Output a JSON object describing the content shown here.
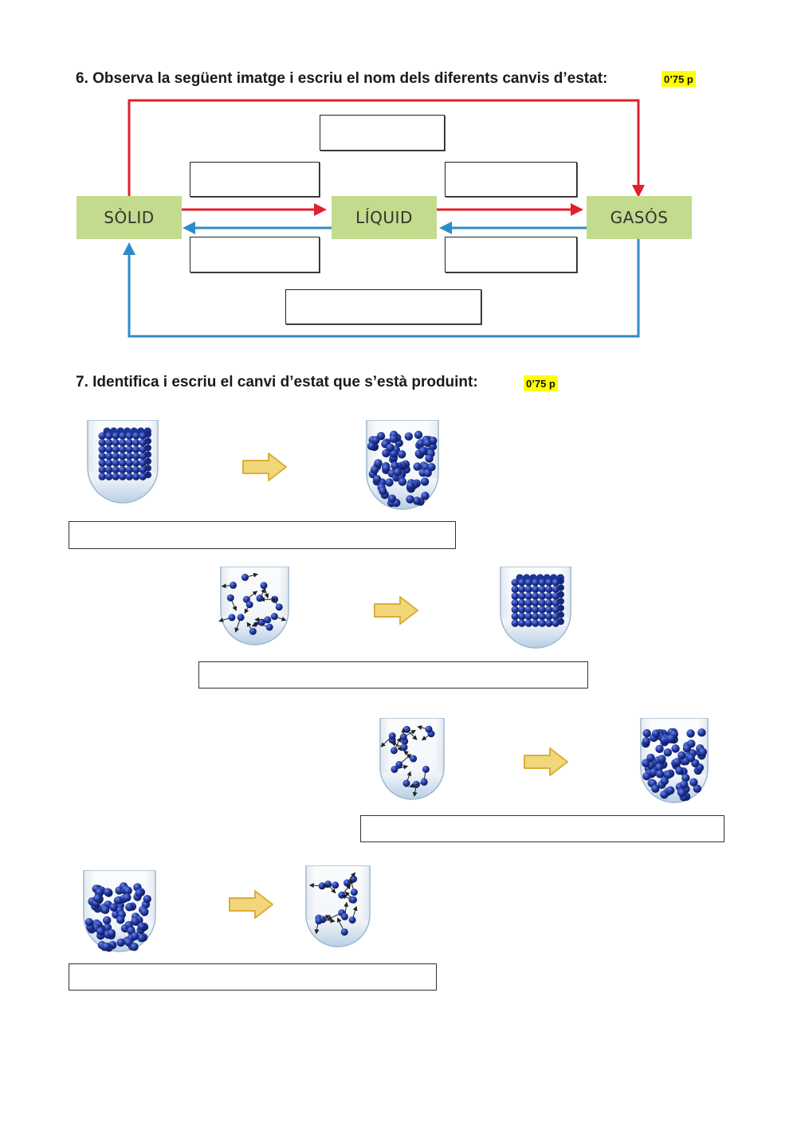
{
  "q6": {
    "title": "6. Observa la següent imatge i escriu el nom dels diferents canvis d’estat:",
    "points": "0’75 p",
    "states": {
      "solid": "SÒLID",
      "liquid": "LÍQUID",
      "gas": "GASÓS"
    },
    "answers": [
      "",
      "",
      "",
      "",
      "",
      ""
    ]
  },
  "q7": {
    "title": "7. Identifica i escriu el canvi d’estat que s’està produint:",
    "points": "0’75 p",
    "rows": [
      {
        "from": "solid-particles-icon",
        "to": "liquid-particles-icon",
        "answer": ""
      },
      {
        "from": "gas-particles-icon",
        "to": "solid-particles-icon",
        "answer": ""
      },
      {
        "from": "gas-particles-icon",
        "to": "liquid-particles-icon",
        "answer": ""
      },
      {
        "from": "liquid-particles-icon",
        "to": "gas-particles-icon",
        "answer": ""
      }
    ]
  },
  "colors": {
    "highlight": "#ffff00",
    "state_box": "#c3db8c",
    "arrow_red": "#e0202e",
    "arrow_blue": "#2e8bc9",
    "transition_arrow": "#e8c75a",
    "particle": "#1f3aa8"
  }
}
